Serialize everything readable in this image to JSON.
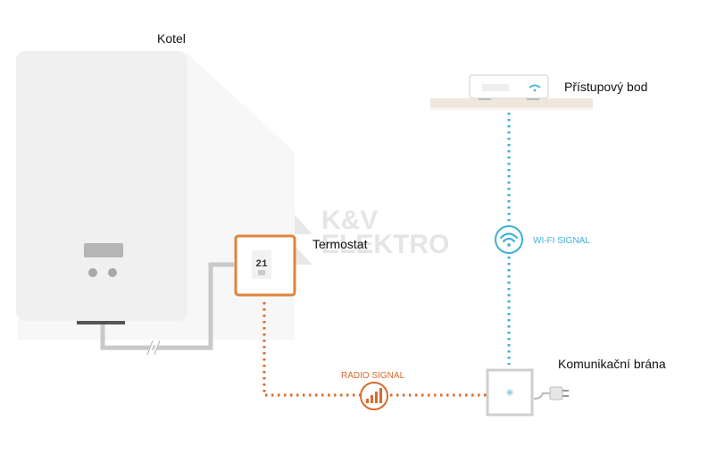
{
  "labels": {
    "kotel": "Kotel",
    "pristupovy_bod": "Přístupový bod",
    "termostat": "Termostat",
    "komunikacni_brana": "Komunikační brána"
  },
  "signals": {
    "wifi": "WI-FI SIGNAL",
    "radio": "RADIO SIGNAL"
  },
  "thermostat_display": "21",
  "watermark": {
    "line1": "K&V",
    "line2": "ELEKTRO"
  },
  "colors": {
    "wifi": "#3fb0d6",
    "radio": "#d96a2b",
    "boiler": "#f2f2f2",
    "pipe": "#c9c9c9",
    "gateway_border": "#cfcfcf",
    "shelf": "#eee6da"
  }
}
